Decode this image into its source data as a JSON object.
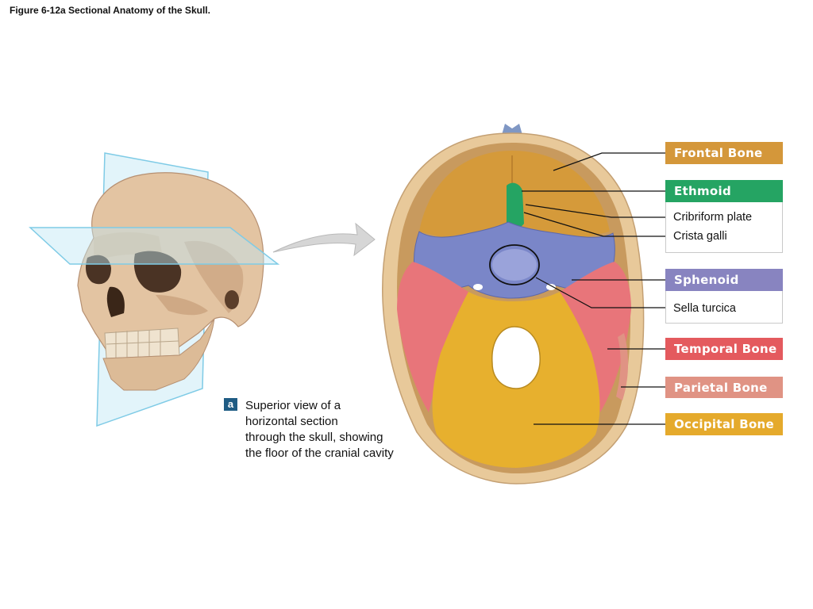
{
  "figure": {
    "title": "Figure 6-12a Sectional Anatomy of the Skull."
  },
  "caption": {
    "badge": "a",
    "lines": [
      "Superior view of a",
      "horizontal section",
      "through the skull, showing",
      "the floor of the cranial cavity"
    ]
  },
  "labels": {
    "frontal": {
      "text": "Frontal Bone",
      "color": "#d4973a"
    },
    "ethmoid": {
      "text": "Ethmoid",
      "color": "#25a463",
      "subs": [
        "Cribriform plate",
        "Crista galli"
      ]
    },
    "sphenoid": {
      "text": "Sphenoid",
      "color": "#8884c0",
      "subs": [
        "Sella turcica"
      ]
    },
    "temporal": {
      "text": "Temporal Bone",
      "color": "#e45a5e"
    },
    "parietal": {
      "text": "Parietal Bone",
      "color": "#e09384"
    },
    "occipital": {
      "text": "Occipital Bone",
      "color": "#e5aa2c"
    }
  }
}
